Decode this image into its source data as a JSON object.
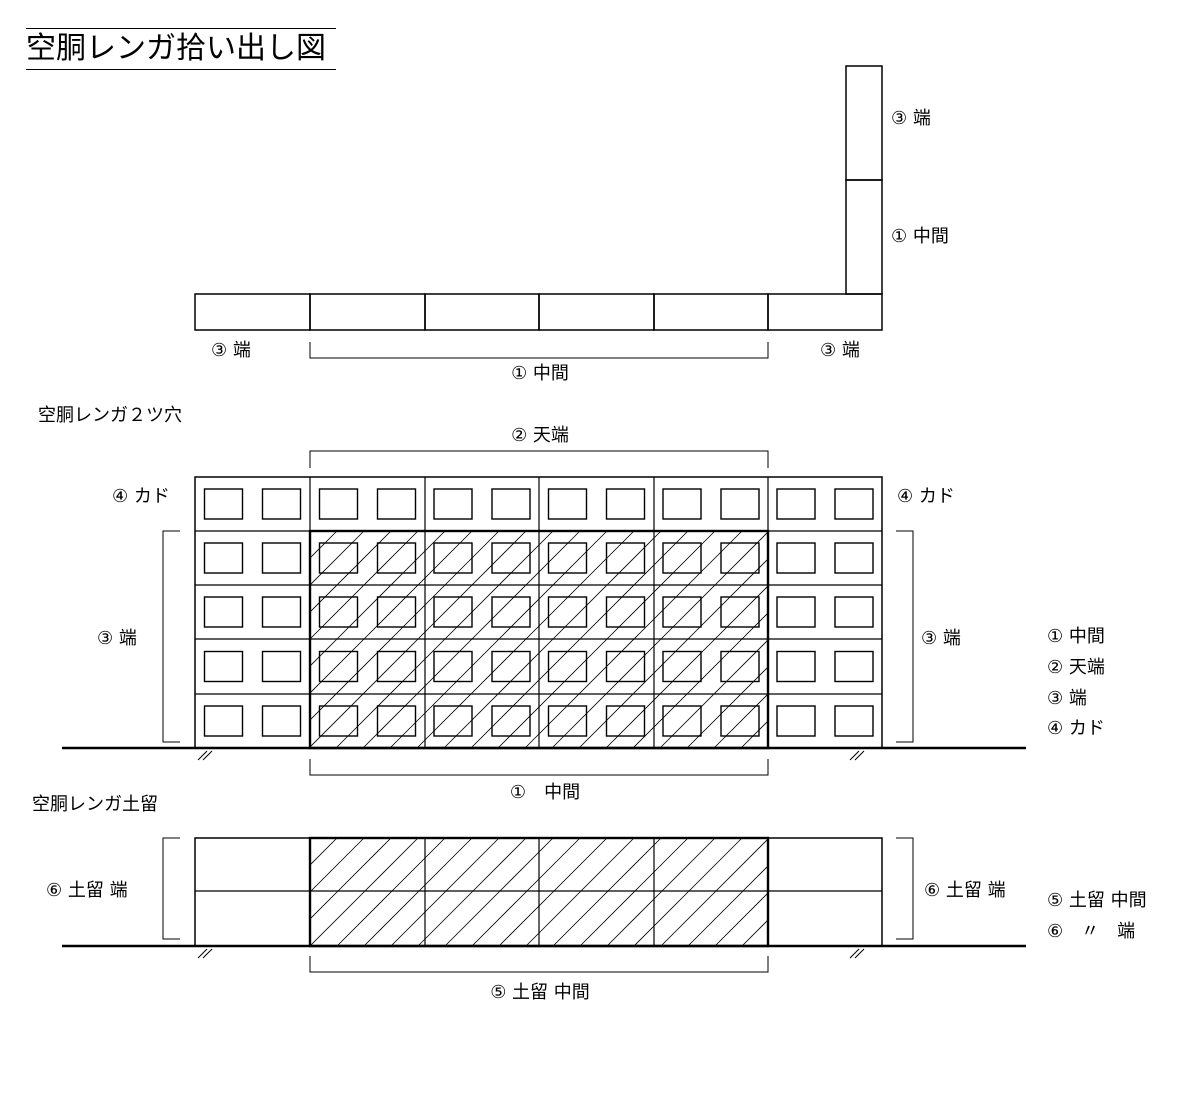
{
  "title": "空胴レンガ拾い出し図",
  "sections": {
    "two_hole": "空胴レンガ２ツ穴",
    "retaining": "空胴レンガ土留"
  },
  "plan": {
    "vertical_top": "③ 端",
    "vertical_mid": "① 中間",
    "bottom_left": "③ 端",
    "bottom_center": "① 中間",
    "bottom_right": "③ 端"
  },
  "wall": {
    "top_label": "② 天端",
    "corner_left": "④ カド",
    "corner_right": "④ カド",
    "side_left": "③ 端",
    "side_right": "③ 端",
    "bottom_label": "①　中間"
  },
  "wall_legend": [
    "① 中間",
    "② 天端",
    "③ 端",
    "④ カド"
  ],
  "retain": {
    "side_left": "⑥ 土留 端",
    "side_right": "⑥ 土留 端",
    "bottom_label": "⑤ 土留 中間"
  },
  "retain_legend": [
    "⑤ 土留 中間",
    "⑥　〃　端"
  ],
  "colors": {
    "line": "#000000",
    "background": "#ffffff"
  }
}
